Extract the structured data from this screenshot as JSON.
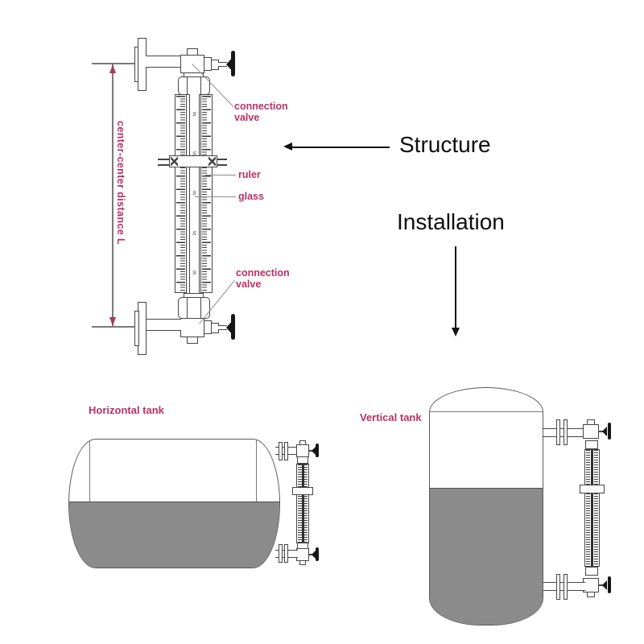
{
  "diagram": {
    "structure": {
      "heading": "Structure",
      "labels": {
        "connection_valve_top": "connection valve",
        "ruler": "ruler",
        "glass": "glass",
        "connection_valve_bottom": "connection valve",
        "center_distance": "center-center distance L"
      },
      "glass_texture_mark": "s"
    },
    "installation": {
      "heading": "Installation",
      "horizontal_tank": {
        "label": "Horizontal tank",
        "fill_level_pct": 52
      },
      "vertical_tank": {
        "label": "Vertical tank",
        "fill_level_pct": 58
      }
    },
    "colors": {
      "label_text": "#b93067",
      "outline": "#454545",
      "tank_outline": "#5a5a5a",
      "liquid_fill": "#8b8b8b",
      "heading_text": "#0e0e0e",
      "dimension_line": "#7a7a7a"
    }
  }
}
